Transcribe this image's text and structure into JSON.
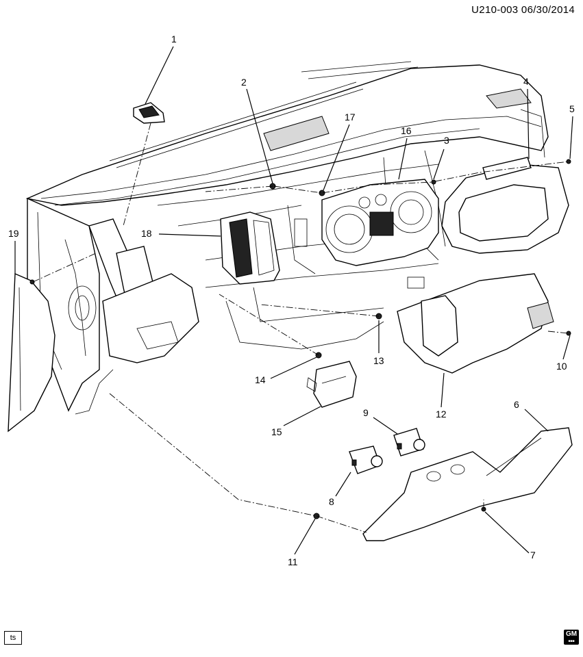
{
  "header": {
    "doc_id": "U210-003 06/30/2014"
  },
  "footer": {
    "ts_label": "ts",
    "brand_logo": "GM"
  },
  "callouts": [
    "1",
    "2",
    "3",
    "4",
    "5",
    "6",
    "7",
    "8",
    "9",
    "10",
    "11",
    "12",
    "13",
    "14",
    "15",
    "16",
    "17",
    "18",
    "19"
  ]
}
